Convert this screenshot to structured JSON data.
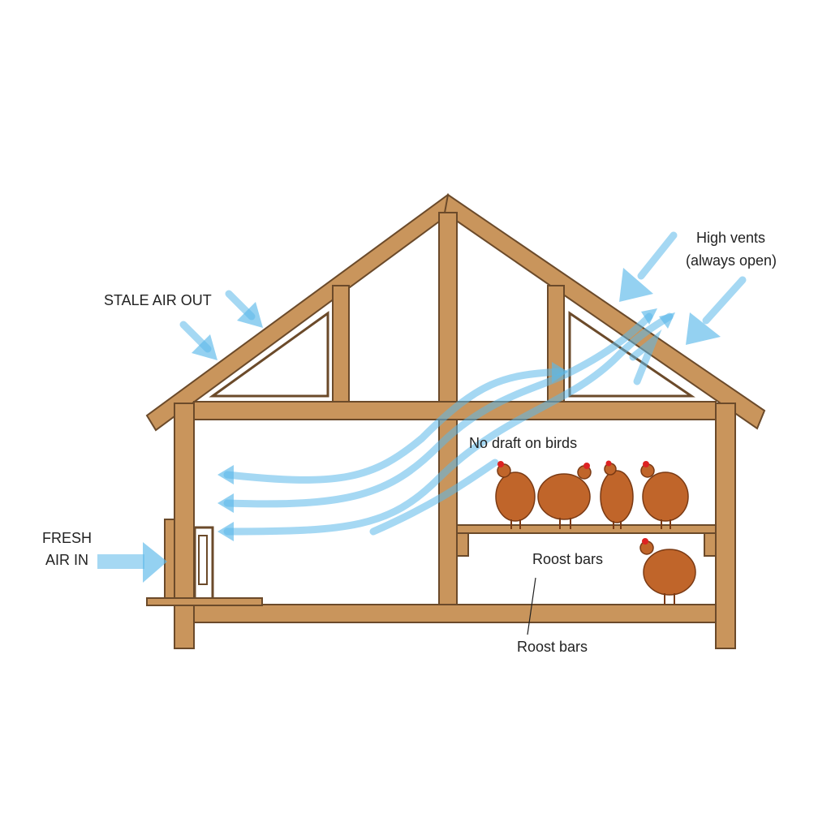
{
  "labels": {
    "stale_air_out": "STALE AIR OUT",
    "high_vents_line1": "High vents",
    "high_vents_line2": "(always open)",
    "fresh_air_line1": "FRESH",
    "fresh_air_line2": "AIR IN",
    "no_draft": "No draft on birds",
    "roost_bars_upper": "Roost bars",
    "roost_bars_lower": "Roost bars"
  },
  "colors": {
    "wood": "#c9955c",
    "wood_outline": "#6b4a2a",
    "airflow": "#5bb8ea",
    "hen": "#c0652a"
  }
}
